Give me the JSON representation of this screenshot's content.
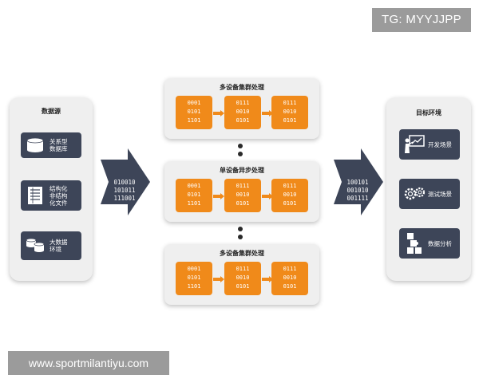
{
  "tag": "TG: MYYJJPP",
  "watermark": "www.sportmilantiyu.com",
  "source": {
    "title": "数据源",
    "items": [
      {
        "icon": "database-icon",
        "label_lines": [
          "关系型",
          "数据库"
        ]
      },
      {
        "icon": "document-icon",
        "label_lines": [
          "结构化",
          "非结构",
          "化文件"
        ]
      },
      {
        "icon": "storage-icon",
        "label_lines": [
          "大数据",
          "环境"
        ]
      }
    ]
  },
  "input_binary": [
    "010010",
    "101011",
    "111001"
  ],
  "groups": [
    {
      "title": "多设备集群处理",
      "boxes": [
        [
          "0001",
          "0101",
          "1101"
        ],
        [
          "0111",
          "0010",
          "0101"
        ],
        [
          "0111",
          "0010",
          "0101"
        ]
      ]
    },
    {
      "title": "单设备异步处理",
      "boxes": [
        [
          "0001",
          "0101",
          "1101"
        ],
        [
          "0111",
          "0010",
          "0101"
        ],
        [
          "0111",
          "0010",
          "0101"
        ]
      ]
    },
    {
      "title": "多设备集群处理",
      "boxes": [
        [
          "0001",
          "0101",
          "1101"
        ],
        [
          "0111",
          "0010",
          "0101"
        ],
        [
          "0111",
          "0010",
          "0101"
        ]
      ]
    }
  ],
  "output_binary": [
    "100101",
    "001010",
    "001111"
  ],
  "target": {
    "title": "目标环境",
    "items": [
      {
        "icon": "presentation-icon",
        "label": "开发场景"
      },
      {
        "icon": "gears-icon",
        "label": "测试场景"
      },
      {
        "icon": "puzzle-icon",
        "label": "数据分析"
      }
    ]
  },
  "colors": {
    "orange": "#f08a1a",
    "navy": "#3d4558",
    "panel": "#efefef",
    "arrow": "#3d4558"
  }
}
